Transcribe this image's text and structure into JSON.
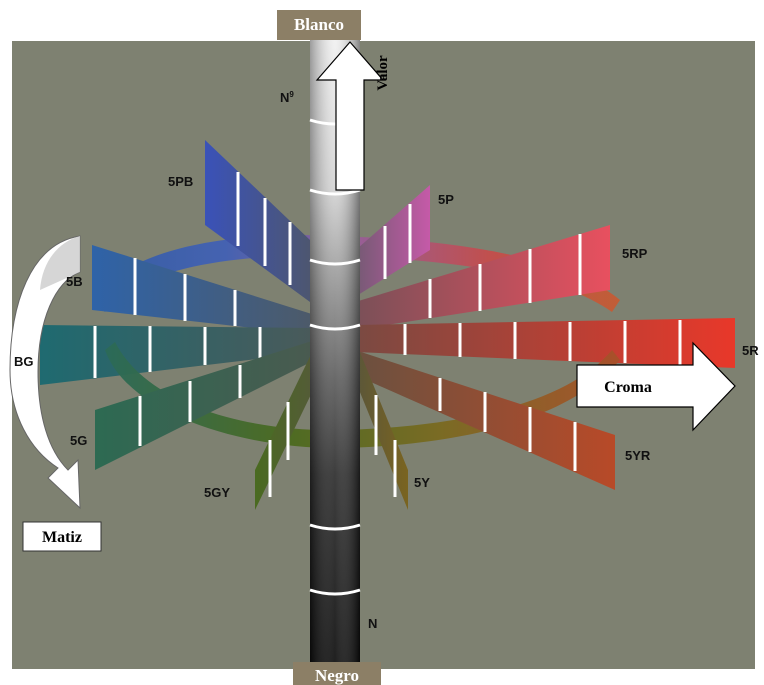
{
  "diagram": {
    "background_color": "#7e8171",
    "tag_color": "#8c7f66",
    "labels": {
      "top": "Blanco",
      "bottom": "Negro",
      "value_arrow": "Valor",
      "chroma_arrow": "Croma",
      "hue_arrow": "Matiz"
    },
    "axis_labels": {
      "top_neutral": "N",
      "top_neutral_sup": "9",
      "bottom_neutral": "N"
    },
    "hue_labels": [
      "5PB",
      "5P",
      "5RP",
      "5B",
      "5R",
      "BG",
      "5G",
      "5YR",
      "5GY",
      "5Y"
    ]
  }
}
